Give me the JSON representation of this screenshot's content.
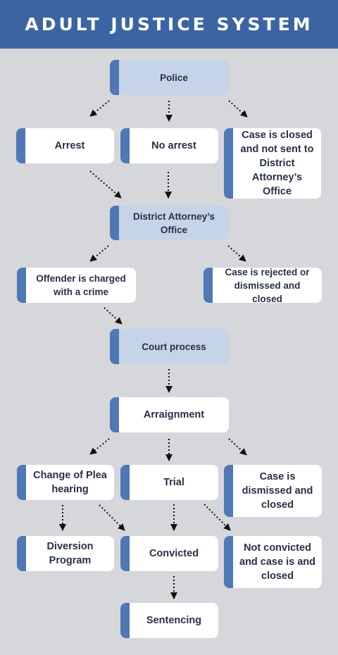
{
  "title": "ADULT JUSTICE SYSTEM",
  "colors": {
    "background": "#d6d7db",
    "header": "#3b64a3",
    "accent": "#4f78b5",
    "highlight_box": "#c5d4e7",
    "box": "#ffffff",
    "text": "#283047",
    "arrow": "#111111"
  },
  "nodes": {
    "police": "Police",
    "arrest": "Arrest",
    "no_arrest": "No arrest",
    "case_closed_not_sent": "Case is closed and not sent to District Attorney’s Office",
    "district_attorney": "District Attorney’s Office",
    "offender_charged": "Offender is charged with a crime",
    "case_rejected": "Case is rejected or dismissed and closed",
    "court_process": "Court process",
    "arraignment": "Arraignment",
    "change_of_plea": "Change of Plea hearing",
    "trial": "Trial",
    "case_dismissed": "Case is dismissed and closed",
    "diversion_program": "Diversion Program",
    "convicted": "Convicted",
    "not_convicted": "Not convicted and case is and closed",
    "sentencing": "Sentencing"
  }
}
